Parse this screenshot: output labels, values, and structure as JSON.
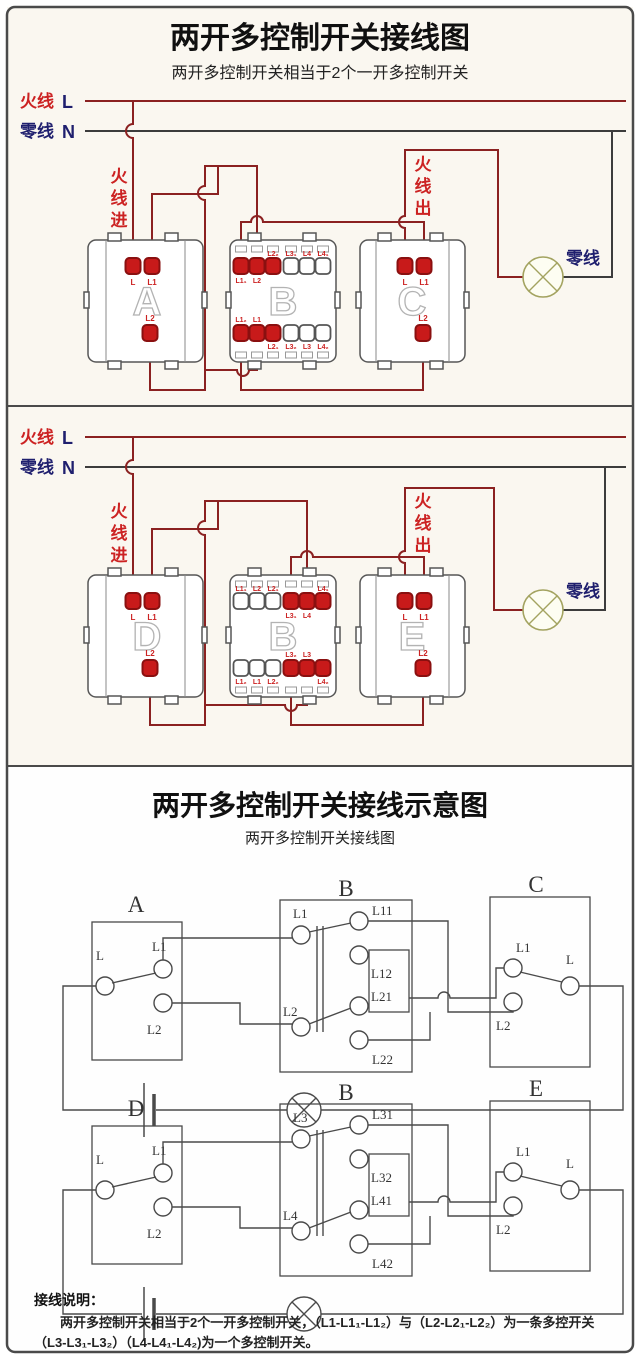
{
  "shared": {
    "live": "火线",
    "live_letter": "L",
    "neutral": "零线",
    "neutral_letter": "N",
    "live_in": "火线进",
    "live_out": "火线出",
    "neutral_tag": "零线"
  },
  "panel1": {
    "title": "两开多控制开关接线图",
    "subtitle": "两开多控制开关相当于2个一开多控制开关",
    "switch_a": {
      "letter": "A",
      "t1": "L",
      "t2": "L1",
      "t3": "L2"
    },
    "switch_b": {
      "letter": "B",
      "top_above": [
        "L2₂",
        "L3₁",
        "L4",
        "L4₁"
      ],
      "top_below": [
        "L1₁",
        "L2"
      ],
      "bottom_above": [
        "L1₂",
        "L1"
      ],
      "bottom_below": [
        "L2₁",
        "L3₂",
        "L3",
        "L4₂"
      ]
    },
    "switch_c": {
      "letter": "C",
      "t1": "L",
      "t2": "L1",
      "t3": "L2"
    }
  },
  "panel2": {
    "switch_d": {
      "letter": "D",
      "t1": "L",
      "t2": "L1",
      "t3": "L2"
    },
    "switch_b": {
      "letter": "B",
      "top_above": [
        "L1₁",
        "L2",
        "L2₁"
      ],
      "top_above_r": "L4₁",
      "top_below": [
        "L3₁",
        "L4"
      ],
      "bottom_above": [
        "L3₂",
        "L3"
      ],
      "bottom_below": [
        "L1₂",
        "L1",
        "L2₂"
      ],
      "bottom_below_r": "L4₂"
    },
    "switch_e": {
      "letter": "E",
      "t1": "L",
      "t2": "L1",
      "t3": "L2"
    }
  },
  "panel3": {
    "title": "两开多控制开关接线示意图",
    "subtitle": "两开多控制开关接线图",
    "d1": {
      "left_name": "A",
      "lt": [
        "L",
        "L1",
        "L2"
      ],
      "mid_name": "B",
      "ml": [
        "L1",
        "L2"
      ],
      "mr": [
        "L11",
        "L12",
        "L21",
        "L22"
      ],
      "right_name": "C",
      "rt": [
        "L1",
        "L",
        "L2"
      ]
    },
    "d2": {
      "left_name": "D",
      "lt": [
        "L",
        "L1",
        "L2"
      ],
      "mid_name": "B",
      "ml": [
        "L3",
        "L4"
      ],
      "mr": [
        "L31",
        "L32",
        "L41",
        "L42"
      ],
      "right_name": "E",
      "rt": [
        "L1",
        "L",
        "L2"
      ]
    }
  },
  "notes": {
    "heading": "接线说明：",
    "line1": "　　两开多控制开关相当于2个一开多控制开关，（L1-L1₁-L1₂）与（L2-L2₁-L2₂）为一条多控开关",
    "line2": "（L3-L3₁-L3₂）（L4-L4₁-L4₂)为一个多控制开关。"
  },
  "colors": {
    "live_wire": "#8b2121",
    "neutral_wire": "#3c3c3c",
    "terminal_red": "#c81a1a",
    "terminal_ring": "#8a1010",
    "label_red": "#cc2222",
    "label_navy": "#1f1f6e",
    "lamp_olive": "#a3a360",
    "schematic": "#4a4a4a",
    "border": "#4a4a4a",
    "panel_bg": "#faf7f0"
  }
}
